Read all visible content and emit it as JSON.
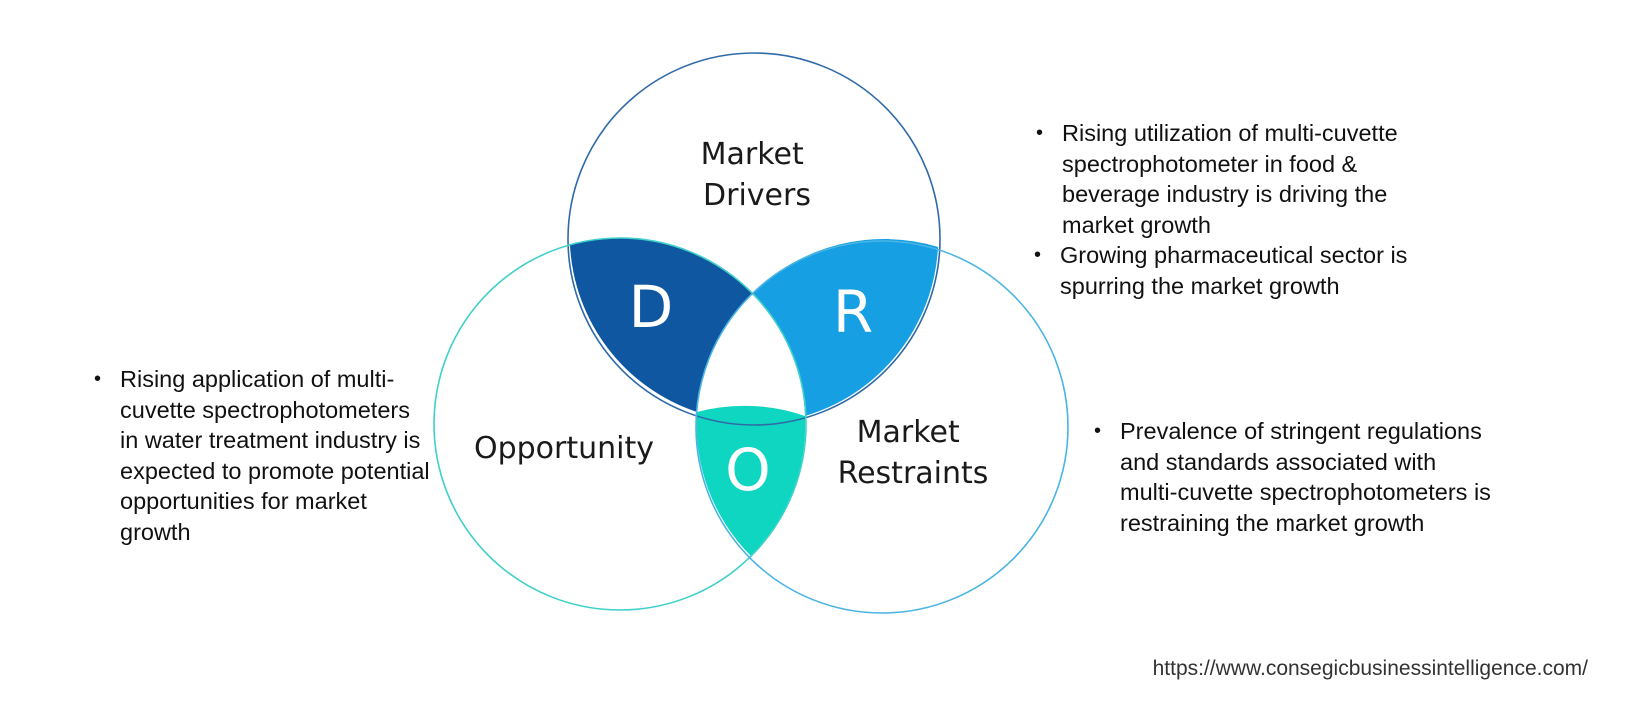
{
  "diagram": {
    "circles": {
      "drivers": {
        "label_lines": [
          "Market",
          "Drivers"
        ]
      },
      "opportunity": {
        "label_lines": [
          "Opportunity"
        ]
      },
      "restraints": {
        "label_lines": [
          "Market",
          "Restraints"
        ]
      }
    },
    "overlaps": {
      "drivers_opportunity": {
        "letter": "D"
      },
      "drivers_restraints": {
        "letter": "R"
      },
      "opportunity_restraints": {
        "letter": "O"
      }
    },
    "colors": {
      "drivers_outline": "#2f6aa8",
      "opportunity_outline": "#3fd0c9",
      "restraints_outline": "#4ab4e4",
      "overlap_d": "#0f57a0",
      "overlap_r": "#16a0e3",
      "overlap_o": "#0fd6c0"
    }
  },
  "bullets": {
    "drivers": [
      "Rising utilization of multi-cuvette spectrophotometer in food & beverage industry is driving the market growth",
      "Growing pharmaceutical sector is spurring the market growth"
    ],
    "opportunity": [
      "Rising application of multi-cuvette spectrophotometers in water treatment industry is expected to promote potential opportunities for market growth"
    ],
    "restraints": [
      "Prevalence of stringent regulations and standards associated with multi-cuvette spectrophotometers is restraining the market growth"
    ]
  },
  "source_url": "https://www.consegicbusinessintelligence.com/"
}
